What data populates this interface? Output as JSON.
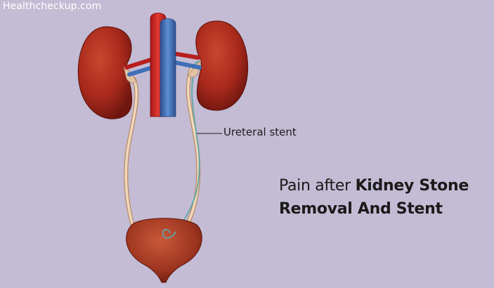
{
  "watermark": "Healthcheckup.com",
  "annotation": {
    "stent_label": "Ureteral stent"
  },
  "headline": {
    "prefix": "Pain after ",
    "bold_line1": "Kidney Stone",
    "bold_line2": "Removal And Stent"
  },
  "colors": {
    "background": "#c4bcd4",
    "kidney": "#a8291c",
    "artery": "#d42a2a",
    "vein": "#3f6fb8",
    "ureter": "#e8c9a8",
    "stent": "#5fa6a6"
  }
}
